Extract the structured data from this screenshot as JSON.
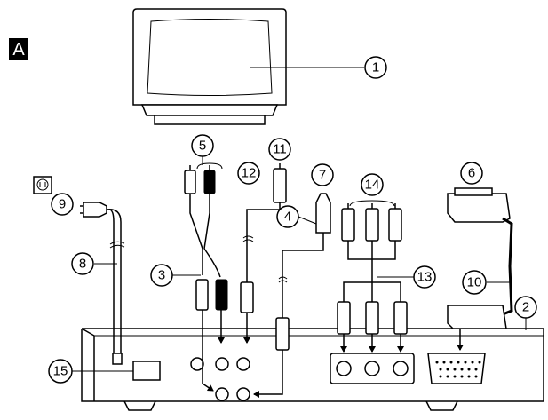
{
  "section_label": "A",
  "callouts": [
    "1",
    "2",
    "3",
    "4",
    "5",
    "6",
    "7",
    "8",
    "9",
    "10",
    "11",
    "12",
    "13",
    "14",
    "15"
  ]
}
